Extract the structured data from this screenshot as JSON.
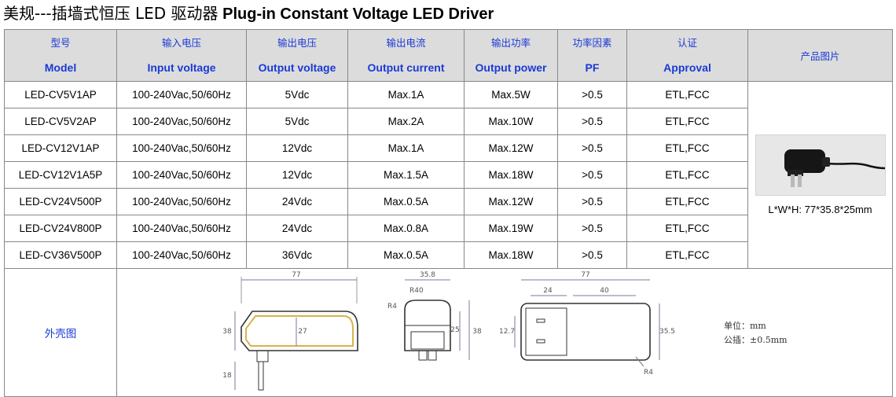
{
  "title_cn": "美规---插墙式恒压 LED 驱动器",
  "title_en": "Plug-in Constant Voltage LED Driver",
  "headers": [
    {
      "cn": "型号",
      "en": "Model"
    },
    {
      "cn": "输入电压",
      "en": "Input voltage"
    },
    {
      "cn": "输出电压",
      "en": "Output voltage"
    },
    {
      "cn": "输出电流",
      "en": "Output current"
    },
    {
      "cn": "输出功率",
      "en": "Output power"
    },
    {
      "cn": "功率因素",
      "en": "PF"
    },
    {
      "cn": "认证",
      "en": "Approval"
    }
  ],
  "image_header": "产品图片",
  "rows": [
    [
      "LED-CV5V1AP",
      "100-240Vac,50/60Hz",
      "5Vdc",
      "Max.1A",
      "Max.5W",
      ">0.5",
      "ETL,FCC"
    ],
    [
      "LED-CV5V2AP",
      "100-240Vac,50/60Hz",
      "5Vdc",
      "Max.2A",
      "Max.10W",
      ">0.5",
      "ETL,FCC"
    ],
    [
      "LED-CV12V1AP",
      "100-240Vac,50/60Hz",
      "12Vdc",
      "Max.1A",
      "Max.12W",
      ">0.5",
      "ETL,FCC"
    ],
    [
      "LED-CV12V1A5P",
      "100-240Vac,50/60Hz",
      "12Vdc",
      "Max.1.5A",
      "Max.18W",
      ">0.5",
      "ETL,FCC"
    ],
    [
      "LED-CV24V500P",
      "100-240Vac,50/60Hz",
      "24Vdc",
      "Max.0.5A",
      "Max.12W",
      ">0.5",
      "ETL,FCC"
    ],
    [
      "LED-CV24V800P",
      "100-240Vac,50/60Hz",
      "24Vdc",
      "Max.0.8A",
      "Max.19W",
      ">0.5",
      "ETL,FCC"
    ],
    [
      "LED-CV36V500P",
      "100-240Vac,50/60Hz",
      "36Vdc",
      "Max.0.5A",
      "Max.18W",
      ">0.5",
      "ETL,FCC"
    ]
  ],
  "dimensions": "L*W*H: 77*35.8*25mm",
  "shell_label": "外壳图",
  "drawing": {
    "side": {
      "length": "77",
      "height": "38",
      "inner": "27",
      "pin": "18"
    },
    "front": {
      "width": "35.8",
      "r1": "R40",
      "r2": "R4",
      "h1": "25",
      "h2": "38"
    },
    "top": {
      "length": "77",
      "d1": "24",
      "d2": "40",
      "w": "35.5",
      "p": "12.7",
      "r": "R4"
    }
  },
  "notes": {
    "unit": "单位：mm",
    "tolerance": "公插：±0.5mm"
  }
}
